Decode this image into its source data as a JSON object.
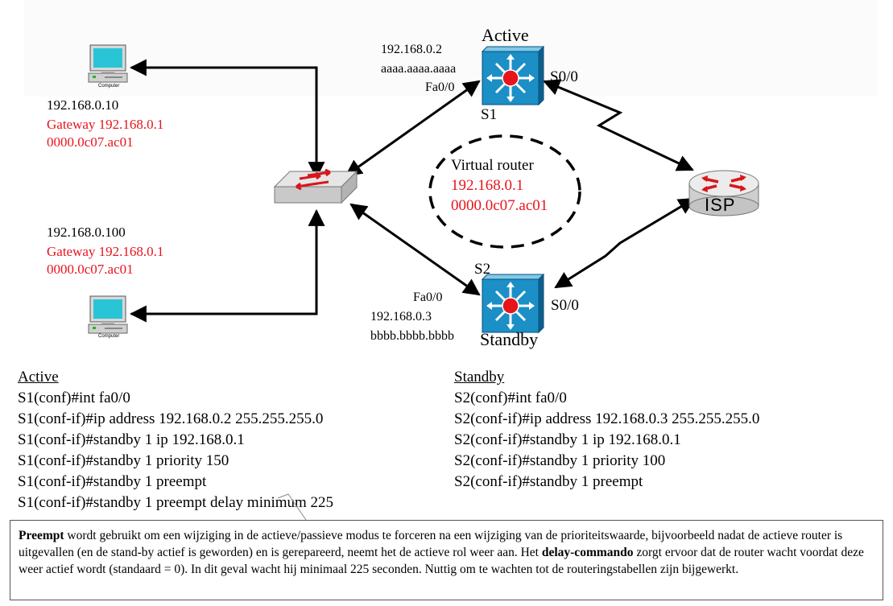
{
  "diagram": {
    "s1": {
      "state": "Active",
      "name": "S1",
      "ip": "192.168.0.2",
      "mac": "aaaa.aaaa.aaaa",
      "interface_lan": "Fa0/0",
      "interface_wan": "S0/0"
    },
    "s2": {
      "state": "Standby",
      "name": "S2",
      "ip": "192.168.0.3",
      "mac": "bbbb.bbbb.bbbb",
      "interface_lan": "Fa0/0",
      "interface_wan": "S0/0"
    },
    "virtual_router": {
      "label": "Virtual router",
      "ip": "192.168.0.1",
      "mac": "0000.0c07.ac01"
    },
    "isp": {
      "label": "ISP"
    },
    "pc1": {
      "caption": "Computer",
      "ip": "192.168.0.10",
      "gateway": "Gateway 192.168.0.1",
      "mac": "0000.0c07.ac01"
    },
    "pc2": {
      "caption": "Computer",
      "ip": "192.168.0.100",
      "gateway": "Gateway 192.168.0.1",
      "mac": "0000.0c07.ac01"
    },
    "colors": {
      "switch_blue": "#1b8fc6",
      "router_red": "#e8141c",
      "highlight_red": "#e8141c"
    }
  },
  "config": {
    "active": {
      "heading": "Active",
      "lines": [
        "S1(conf)#int fa0/0",
        "S1(conf-if)#ip address 192.168.0.2 255.255.255.0",
        "S1(conf-if)#standby 1 ip 192.168.0.1",
        "S1(conf-if)#standby 1 priority 150",
        "S1(conf-if)#standby 1 preempt",
        "S1(conf-if)#standby 1 preempt delay minimum 225"
      ]
    },
    "standby": {
      "heading": "Standby",
      "lines": [
        "S2(conf)#int fa0/0",
        "S2(conf-if)#ip address 192.168.0.3 255.255.255.0",
        "S2(conf-if)#standby 1 ip 192.168.0.1",
        "S2(conf-if)#standby 1 priority 100",
        "S2(conf-if)#standby 1 preempt"
      ]
    }
  },
  "note": {
    "term1": "Preempt",
    "text1": " wordt gebruikt om een wijziging in de actieve/passieve modus te forceren na een wijziging van de prioriteitswaarde, bijvoorbeeld nadat de actieve router is uitgevallen (en de stand-by actief is geworden) en is gerepareerd, neemt het de actieve rol weer aan. Het ",
    "term2": "delay-commando",
    "text2": " zorgt ervoor dat de router wacht voordat deze weer actief wordt (standaard = 0). In dit geval wacht hij minimaal 225 seconden. Nuttig om te wachten tot de routeringstabellen zijn bijgewerkt."
  }
}
